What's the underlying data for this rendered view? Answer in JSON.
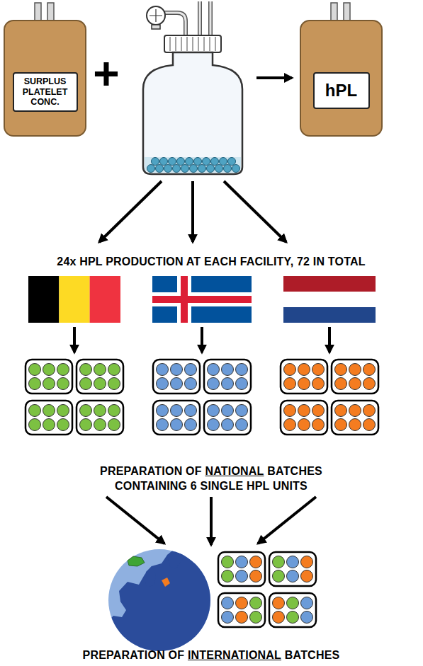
{
  "diagram": {
    "nodes": [
      {
        "text": [
          "SURPLUS PLATELET CONC."
        ]
      },
      {
        "text": [
          "hPL"
        ]
      }
    ],
    "labels": [
      "+",
      "24x HPL PRODUCTION AT EACH FACILITY, 72 IN TOTAL",
      "PREPARATION OF",
      "NATIONAL",
      "BATCHES",
      "CONTAINING 6 SINGLE HPL UNITS",
      "PREPARATION OF",
      "INTERNATIONAL",
      "BATCHES"
    ]
  }
}
